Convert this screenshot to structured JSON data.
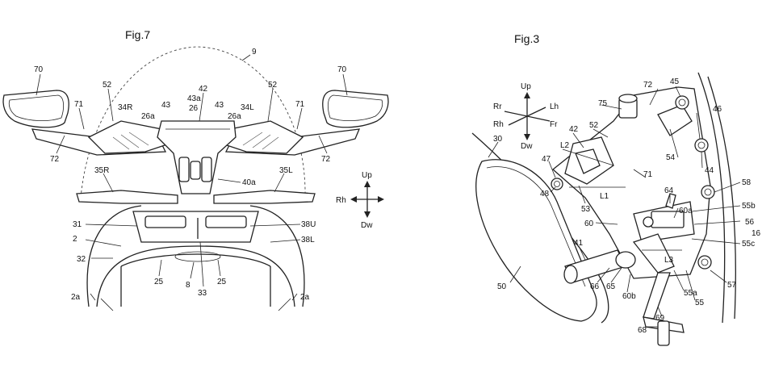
{
  "fig7": {
    "title": "Fig.7",
    "labels": {
      "l70a": "70",
      "l70b": "70",
      "l9": "9",
      "l52a": "52",
      "l52b": "52",
      "l42": "42",
      "l71a": "71",
      "l71b": "71",
      "l34R": "34R",
      "l43a": "43",
      "l26": "26",
      "l43b": "43",
      "l43a2": "43a",
      "l34L": "34L",
      "l26a1": "26a",
      "l26a2": "26a",
      "l72a": "72",
      "l72b": "72",
      "l35R": "35R",
      "l40a": "40a",
      "l35L": "35L",
      "l31": "31",
      "l38U": "38U",
      "l2": "2",
      "l38L": "38L",
      "l32": "32",
      "l25a": "25",
      "l8": "8",
      "l33": "33",
      "l25b": "25",
      "l2a1": "2a",
      "l2a2": "2a"
    },
    "compass": {
      "up": "Up",
      "down": "Dw",
      "left": "Rh"
    }
  },
  "fig3": {
    "title": "Fig.3",
    "labels": {
      "l72": "72",
      "l45": "45",
      "l75": "75",
      "l46": "46",
      "l52": "52",
      "l42": "42",
      "l30": "30",
      "l54": "54",
      "l44": "44",
      "l47": "47",
      "l71": "71",
      "l58": "58",
      "l48": "48",
      "l53": "53",
      "l64": "64",
      "l55b": "55b",
      "l60a": "60a",
      "l60": "60",
      "l56": "56",
      "l16": "16",
      "l41": "41",
      "l55c": "55c",
      "l50": "50",
      "l66": "66",
      "l65": "65",
      "l60b": "60b",
      "l57": "57",
      "l55a": "55a",
      "l55": "55",
      "l69": "69",
      "l68": "68",
      "lL1": "L1",
      "lL2": "L2",
      "lL3": "L3"
    },
    "compass": {
      "up": "Up",
      "down": "Dw",
      "rr": "Rr",
      "rh": "Rh",
      "lh": "Lh",
      "fr": "Fr"
    }
  }
}
